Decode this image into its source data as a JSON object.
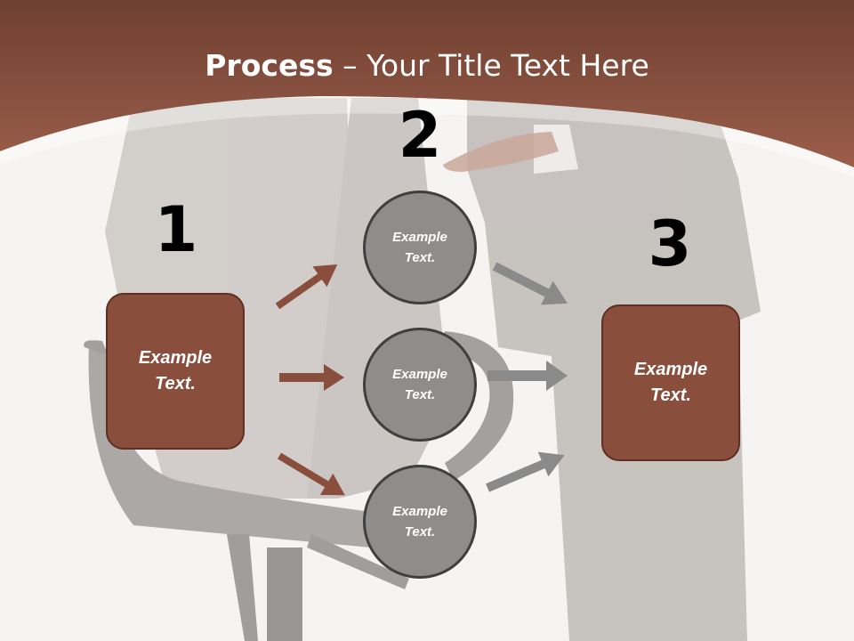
{
  "title": {
    "bold": "Process",
    "rest": "– Your Title Text Here"
  },
  "steps": [
    {
      "number": "1",
      "text_line1": "Example",
      "text_line2": "Text."
    },
    {
      "number": "2"
    },
    {
      "number": "3",
      "text_line1": "Example",
      "text_line2": "Text."
    }
  ],
  "circles": [
    {
      "text_line1": "Example",
      "text_line2": "Text."
    },
    {
      "text_line1": "Example",
      "text_line2": "Text."
    },
    {
      "text_line1": "Example",
      "text_line2": "Text."
    }
  ],
  "colors": {
    "brown": "#8a4e3c",
    "brown_border": "#5e2f22",
    "circle_gray": "#8e8d8c",
    "arrow_brown": "#8a4e3c",
    "arrow_gray": "#8a8a8a",
    "header": "#8a4d3d"
  }
}
